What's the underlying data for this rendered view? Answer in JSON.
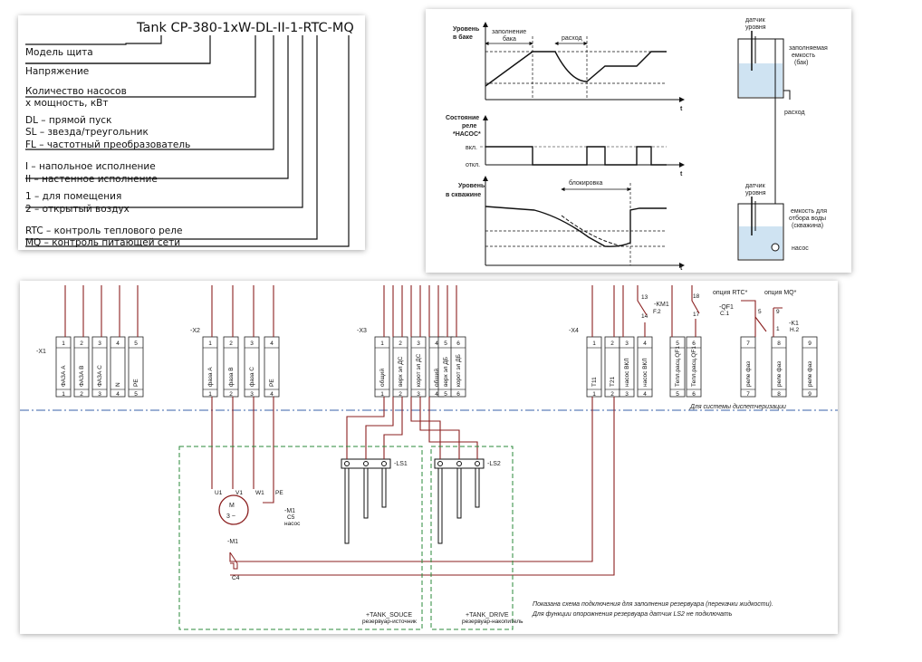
{
  "code_panel": {
    "code": "Tank CP-380-1xW-DL-II-1-RTC-MQ",
    "model": "Модель щита",
    "voltage": "Напряжение",
    "pumps_line1": "Количество насосов",
    "pumps_line2": "х мощность, кВт",
    "dl": "DL – прямой пуск",
    "sl": "SL – звезда/треугольник",
    "fl": "FL – частотный преобразователь",
    "mount1": "I – напольное исполнение",
    "mount2": "II – настенное исполнение",
    "env1": "1 – для помещения",
    "env2": "2 – открытый воздух",
    "rtc": "RTC – контроль теплового реле",
    "mq": "MQ – контроль питающей сети"
  },
  "timing_panel": {
    "tank_level_1": "Уровень",
    "tank_level_2": "в баке",
    "filling_1": "заполнение",
    "filling_2": "бака",
    "consumption": "расход",
    "t1": "t",
    "relay_1": "Состояние",
    "relay_2": "реле",
    "relay_3": "*НАСОС*",
    "on": "вкл.",
    "off": "откл.",
    "t2": "t",
    "blocking": "блокировка",
    "well_1": "Уровень",
    "well_2": "в скважине",
    "t3": "t",
    "sensor1_1": "датчик",
    "sensor1_2": "уровня",
    "tank1_1": "заполняемая",
    "tank1_2": "емкость",
    "tank1_3": "(бак)",
    "outflow": "расход",
    "sensor2_1": "датчик",
    "sensor2_2": "уровня",
    "tank2_1": "емкость для",
    "tank2_2": "отбора воды",
    "tank2_3": "(скважина)",
    "pump": "насос",
    "colors": {
      "tank": "#cfe3f2",
      "line": "#111111"
    }
  },
  "schematic": {
    "x1": {
      "label": "-X1",
      "terminals": [
        {
          "num": "1",
          "name": "ФАЗА А"
        },
        {
          "num": "2",
          "name": "ФАЗА В"
        },
        {
          "num": "3",
          "name": "ФАЗА С"
        },
        {
          "num": "4",
          "name": "N"
        },
        {
          "num": "5",
          "name": "PE"
        }
      ]
    },
    "x2": {
      "label": "-X2",
      "terminals": [
        {
          "num": "1",
          "name": "фаза А"
        },
        {
          "num": "2",
          "name": "фаза В"
        },
        {
          "num": "3",
          "name": "фаза С"
        },
        {
          "num": "4",
          "name": "PE"
        }
      ]
    },
    "x3": {
      "label": "-X3",
      "terminals": [
        {
          "num": "1",
          "name": "общий"
        },
        {
          "num": "2",
          "name": "верх эл ДС"
        },
        {
          "num": "3",
          "name": "корот эл ДС"
        },
        {
          "num": "4",
          "name": "общий"
        },
        {
          "num": "5",
          "name": "верх эл ДБ"
        },
        {
          "num": "6",
          "name": "корот эл ДБ"
        }
      ]
    },
    "x4": {
      "label": "-X4",
      "terminals": [
        {
          "num": "1",
          "name": "T11"
        },
        {
          "num": "2",
          "name": "T21"
        },
        {
          "num": "3",
          "name": "насос ВКЛ"
        },
        {
          "num": "4",
          "name": "насос ВКЛ"
        },
        {
          "num": "5",
          "name": "Тепл.расц.QF1"
        },
        {
          "num": "6",
          "name": "Тепл.расц.QF1"
        },
        {
          "num": "7",
          "name": "реле фаз"
        },
        {
          "num": "8",
          "name": "реле фаз"
        },
        {
          "num": "9",
          "name": "реле фаз"
        }
      ]
    },
    "km1": "-KM1",
    "km1_sub": "F.2",
    "qf1": "-QF1",
    "qf1_sub": "C.1",
    "k1": "-K1",
    "k1_sub": "H.2",
    "opt_rtc": "опция RTC*",
    "opt_mq": "опция MQ*",
    "n13": "13",
    "n14": "14",
    "n18": "18",
    "n17": "17",
    "n5": "5",
    "n9": "9",
    "n1": "1",
    "dispatch": "Для системы диспетчеризации",
    "ls1": "-LS1",
    "ls2": "-LS2",
    "motor": "M",
    "motor_phase": "3 ~",
    "m1": "-M1",
    "m1_sub": "C5",
    "m1_sub2": "насос",
    "u1": "U1",
    "v1": "V1",
    "w1": "W1",
    "pe": "PE",
    "m1_contact": "-M1",
    "c4": "C4",
    "tank_source": "+TANK_SOUCE",
    "tank_source_sub": "резервуар-источник",
    "tank_drive": "+TANK_DRIVE",
    "tank_drive_sub": "резервуар-накопитель",
    "note1": "Показана схема подключения для заполнения резервуара (перекачки жидкости).",
    "note2": "Для функции опорожнения резервуара датчик LS2 не подключать",
    "colors": {
      "wire": "#8b1f1f",
      "frame": "#3a62a8",
      "text": "#222222"
    }
  }
}
